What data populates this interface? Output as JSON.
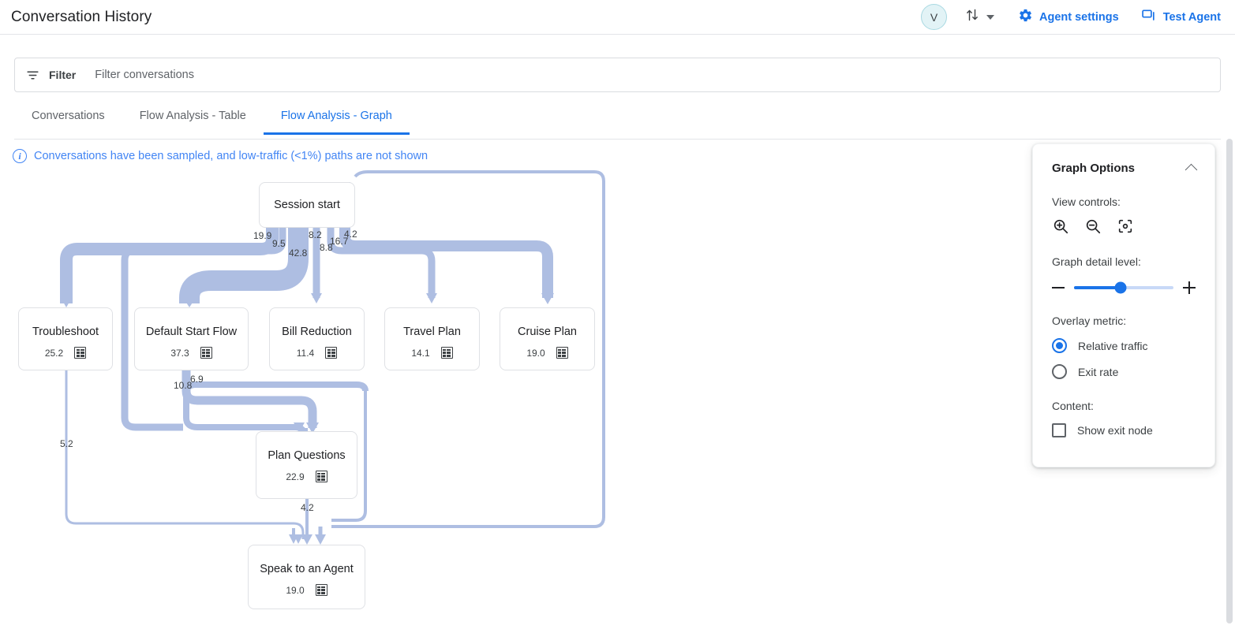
{
  "header": {
    "title": "Conversation History",
    "avatar_initial": "V",
    "sort_icon": "sort-arrows-icon",
    "caret_icon": "chevron-down-icon",
    "actions": [
      {
        "label": "Agent settings",
        "icon": "gear-icon"
      },
      {
        "label": "Test Agent",
        "icon": "chat-bubble-icon"
      }
    ],
    "accent_color": "#1a73e8"
  },
  "filter": {
    "label": "Filter",
    "icon": "filter-icon",
    "placeholder": "Filter conversations",
    "value": ""
  },
  "tabs": [
    {
      "label": "Conversations",
      "active": false
    },
    {
      "label": "Flow Analysis - Table",
      "active": false
    },
    {
      "label": "Flow Analysis - Graph",
      "active": true
    }
  ],
  "banner": {
    "icon": "info-icon",
    "text": "Conversations have been sampled, and low-traffic (<1%) paths are not shown",
    "color": "#4285f4"
  },
  "chart_data": {
    "type": "diagram",
    "subtype": "sankey-flow-graph",
    "title": "Flow Analysis - Graph",
    "metric": "Relative traffic",
    "nodes": [
      {
        "id": "session_start",
        "label": "Session start",
        "metric": null,
        "icon": null
      },
      {
        "id": "troubleshoot",
        "label": "Troubleshoot",
        "metric": "25.2",
        "icon": "table-icon"
      },
      {
        "id": "default_start_flow",
        "label": "Default Start Flow",
        "metric": "37.3",
        "icon": "table-icon"
      },
      {
        "id": "bill_reduction",
        "label": "Bill Reduction",
        "metric": "11.4",
        "icon": "table-icon"
      },
      {
        "id": "travel_plan",
        "label": "Travel Plan",
        "metric": "14.1",
        "icon": "table-icon"
      },
      {
        "id": "cruise_plan",
        "label": "Cruise Plan",
        "metric": "19.0",
        "icon": "table-icon"
      },
      {
        "id": "plan_questions",
        "label": "Plan Questions",
        "metric": "22.9",
        "icon": "table-icon"
      },
      {
        "id": "speak_to_agent",
        "label": "Speak to an Agent",
        "metric": "19.0",
        "icon": "table-icon"
      }
    ],
    "edge_labels": [
      {
        "id": "e1",
        "value": "19.9"
      },
      {
        "id": "e2",
        "value": "9.5"
      },
      {
        "id": "e3",
        "value": "42.8"
      },
      {
        "id": "e4",
        "value": "8.2"
      },
      {
        "id": "e5",
        "value": "8.8"
      },
      {
        "id": "e6",
        "value": "16.7"
      },
      {
        "id": "e7",
        "value": "4.2"
      },
      {
        "id": "e8",
        "value": "10.8"
      },
      {
        "id": "e9",
        "value": "6.9"
      },
      {
        "id": "e10",
        "value": "5.2"
      },
      {
        "id": "e11",
        "value": "4.2"
      }
    ],
    "edge_color": "#aebee2",
    "node_border_color": "#dfe1e5"
  },
  "options": {
    "title": "Graph Options",
    "collapse_icon": "chevron-up-icon",
    "view_controls_label": "View controls:",
    "view_controls": [
      {
        "name": "zoom-in-icon"
      },
      {
        "name": "zoom-out-icon"
      },
      {
        "name": "recenter-icon"
      }
    ],
    "detail_label": "Graph detail level:",
    "detail_value": 47,
    "minus_icon": "minus-icon",
    "plus_icon": "plus-icon",
    "overlay_label": "Overlay metric:",
    "overlay_options": [
      {
        "label": "Relative traffic",
        "selected": true
      },
      {
        "label": "Exit rate",
        "selected": false
      }
    ],
    "content_label": "Content:",
    "content_options": [
      {
        "label": "Show exit node",
        "checked": false
      }
    ]
  }
}
